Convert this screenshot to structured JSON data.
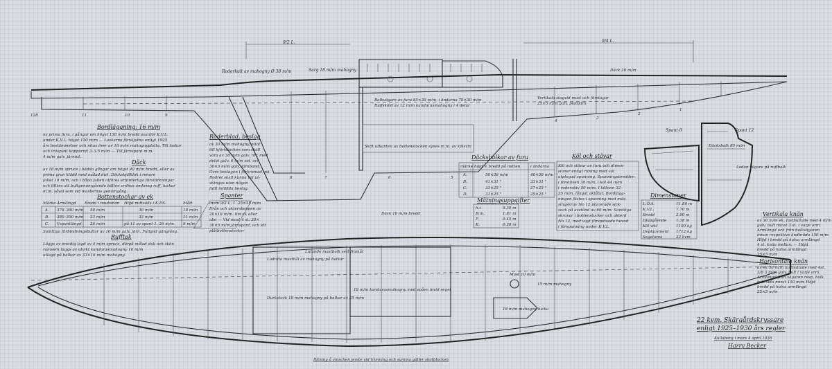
{
  "title_block": {
    "line1": "22 kvm. Skärgårdskryssare",
    "line2": "enligt 1925–1930 års regler",
    "place_date": "Kullaberg i mars 4 april 1936",
    "signature": "Harry Becker"
  },
  "dimension_marks": {
    "aft": "9/2 L.",
    "fwd": "9/4 L."
  },
  "profile_labels": {
    "rudder_head": "Roderkult av mahogny Ø 38 m/m",
    "tiller": "Sarg 18 m/m mahogny",
    "beams": "Balkvägare av furu 85×30 m/m, i ändarna 70×30 m/m",
    "coaming": "Ruffsköld av 12 m/m kandurasmahogny i 4 delar",
    "deck_thickness": "Däck 20 m/m",
    "stem": "Vertikala stagvid mast och förstagar",
    "stem2": "25×5 m/m galv. plattjärn"
  },
  "left_notes": {
    "planking_title": "Bordläggning: 16 m/m",
    "planking_text": [
      "av prima furu, i gångar om högst 130 m/m bredd ovanför K.V.L.",
      "under K.V.L. högst 150 m/m — Laskarna förskjutna enligt 1925",
      "års bestämmelser och nitas över av 16 m/m mahognyplatta. Till laskar",
      "och träspant kopparnit 3–3.5 m/m — Till järnspant m.m.",
      "4 m/m galv. järnnit."
    ],
    "deck_title": "Däck",
    "deck_text": [
      "av 18 m/m spruce i bädda gångar om högst 40 m/m bredd, eller av",
      "prima gran klädd med målad duk. Däcksbjälklok i renare",
      "fallet 16 m/m, och i båda fallen utföres erforderliga förstärkningar",
      "och tillses att bultgenomgående bälten ordnas omkring ruff, luckor",
      "m.m. såväl som vid masternas genomgång."
    ],
    "floors_title": "Bottenstockar av ek",
    "floors_table": {
      "headers": [
        "Märke",
        "Armlängd",
        "Bredd i mudsidan",
        "Höjd mittsälls i K.P.S.",
        "Mått"
      ],
      "rows": [
        [
          "A.",
          "378–360 m/m",
          "58 m/m",
          "36 m/m",
          "18 m/m"
        ],
        [
          "B.",
          "380–300 m/m",
          "33 m/m",
          "33 m/m",
          "11 m/m"
        ],
        [
          "C.",
          "Vspantlängd",
          "26 m/m",
          "på 11 av spant 1. 26 m/m",
          "9 m/m"
        ]
      ]
    },
    "floors_note": "Samtliga förbindningsbultar av 10 m/m galv. järn. Fullgod gängning.",
    "roof_title": "Rufftak",
    "roof_text": [
      "Läggs av ensidig lagd av 4 m/m spruce, därpå målad duk och skön",
      "ramverk läggs av utvikt kandurasmahogny 16 m/m",
      "utlagd på balkar av 33×16 m/m mahogny."
    ]
  },
  "mid_notes": {
    "rudder_title": "Roderblad, beslag",
    "rudder_text": [
      "av 30 m/m mahogny, nitat",
      "till hjärtstocken som skall",
      "vara av 38 m/m galv. rör, med",
      "delat galv. 6 m/m sid. och",
      "30×3 m/m galv. järnband.",
      "Övre beslagen i förkromad mä.",
      "Rodret skall kunna väl ut-",
      "stängas utan någon",
      "fullt infällda beslag."
    ],
    "spant_title": "Spanter",
    "spant_text": [
      "inom 9/2 L. 1. 25×25 m/m",
      "Ifrån och akterskeppen av",
      "20×18 m/m. lim ek eller",
      "alm — Vid mast 4 st. 30×",
      "30×5 m/m järnspant, och ett",
      "plåtbottenstocker"
    ]
  },
  "beams_table": {
    "title": "Däcksbalkar av furu",
    "headers": [
      "märke",
      "höjd × bredd på mitten",
      "i ändarna"
    ],
    "rows": [
      [
        "A.",
        "50×36 m/m",
        "40×36 m/m"
      ],
      [
        "B.",
        "41×31 \"",
        "33×31 \""
      ],
      [
        "C.",
        "33×25 \"",
        "27×25 \""
      ],
      [
        "D.",
        "31×25 \"",
        "25×25 \""
      ]
    ]
  },
  "measure_table": {
    "title": "Mätningsuppgifter",
    "rows": [
      [
        "h.i.",
        "9.30 m"
      ],
      [
        "B.m.",
        "1.81 m"
      ],
      [
        "F.",
        "0.45 m"
      ],
      [
        "K.",
        "0.28 m"
      ]
    ]
  },
  "keel_notes": {
    "title": "Köl och stävar",
    "text": [
      "Köl och stävar av furu och dimen-",
      "sioner enligt ritning med väl",
      "utplogad spunning. Spunningsbredden",
      "i förstäven 38 m/m, i köl 44 m/m",
      "i roderstäv 50 m/m. I kölsvin 32–",
      "35 m/m, långat aktåtut. Bordlägg-",
      "ningen fästes i spunning med mäs-",
      "singskruv No 12 placerade sick-",
      "sack på avstånd av 60 m/m. Samtliga",
      "skruvar i bottenstocker och akterd",
      "No 12, med vagt förspetsade huvud",
      "i förspunning under K.V.L."
    ]
  },
  "keel_hint": "Sköt utkanten av bottenstocken synes m.m. av kölsvin",
  "dimensions": {
    "title": "Dimensioner",
    "rows": [
      [
        "L.Ö.A.",
        "11.80 m"
      ],
      [
        "K.V.L.",
        "7.70 m"
      ],
      [
        "Bredd",
        "2.00 m"
      ],
      [
        "Djupgående",
        "1.38 m"
      ],
      [
        "Köl vikt",
        "1100 kg"
      ],
      [
        "Deplacement",
        "1712 kg"
      ],
      [
        "Segelarea",
        "22 kvm"
      ]
    ]
  },
  "sections": {
    "spant8": "Spant 8",
    "spant12": "Spant 12",
    "rail": "Däcksbalk 85 m/m",
    "rail2": "Ledan vägare på ruffbalk"
  },
  "right_notes": {
    "vertical_title": "Vertikala knän",
    "vertical_text": [
      "av 30 m/m ek, fastbultade med 4 m/m",
      "galv. bult minst 3 st. i varje arm.",
      "Armlängd och från balkvägaren",
      "innan respektive ändbräda 150 m/m",
      "Höjd i bredd på halva armlängd",
      "4 st. knän mellan; — Höjd",
      "bredd på halva armlängd",
      "25×5 m/m"
    ],
    "horizontal_title": "Horisontala knän",
    "horizontal_text": [
      "av ek 30 m/m fastbultade med 4st.",
      "3/8 3 m/m galv. bult i varje arm.",
      "Armlängd från vägaren resp. balk",
      "inåt sida minst 150 m/m Höjd",
      "bredd på halva armlängd",
      "25×5 m/m"
    ]
  },
  "plan_labels": {
    "mast_partner": "Lodräta masthål av mahogny på balkar",
    "bulkhead": "Lutande mastbalk sett framåt",
    "sole": "Durkstock 18 m/m mahogny på balkar av 25 m/m",
    "hatch": "18 m/m kandurasmahogny med spåen invid segel",
    "fore_hatch": "18 m/m mahogny lucka",
    "cockpit": "15 m/m mahogny",
    "plank_scale": "Däck 16 m/m bredd",
    "stem_note": "Mast 10 m/m",
    "bottom_caption": "Ritning å vinschen jemte vid trimning och samma gäller skotblocken"
  },
  "station_numbers": [
    "128",
    "11",
    "10",
    "9",
    "8",
    "7",
    "6",
    "5",
    "4",
    "3",
    "2",
    "1"
  ]
}
